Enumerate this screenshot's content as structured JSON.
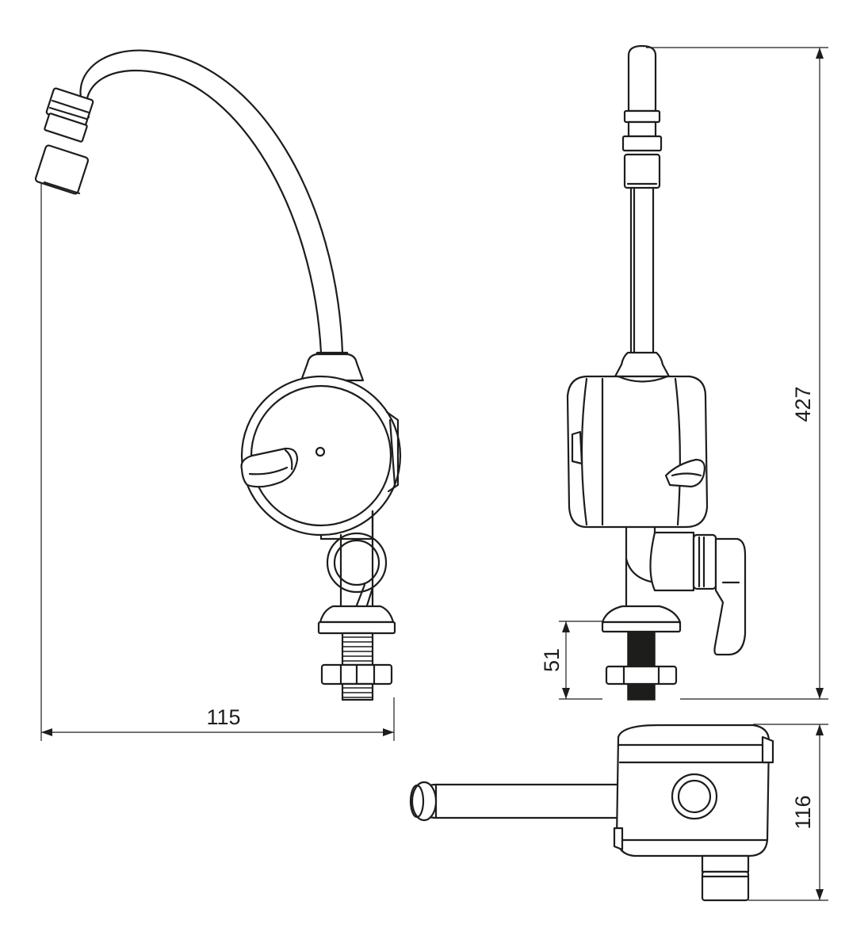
{
  "dimensions": {
    "width_front": "115",
    "height_total": "427",
    "base_height": "51",
    "depth_top": "116"
  },
  "colors": {
    "line": "#1d1d1b",
    "background": "#ffffff"
  }
}
